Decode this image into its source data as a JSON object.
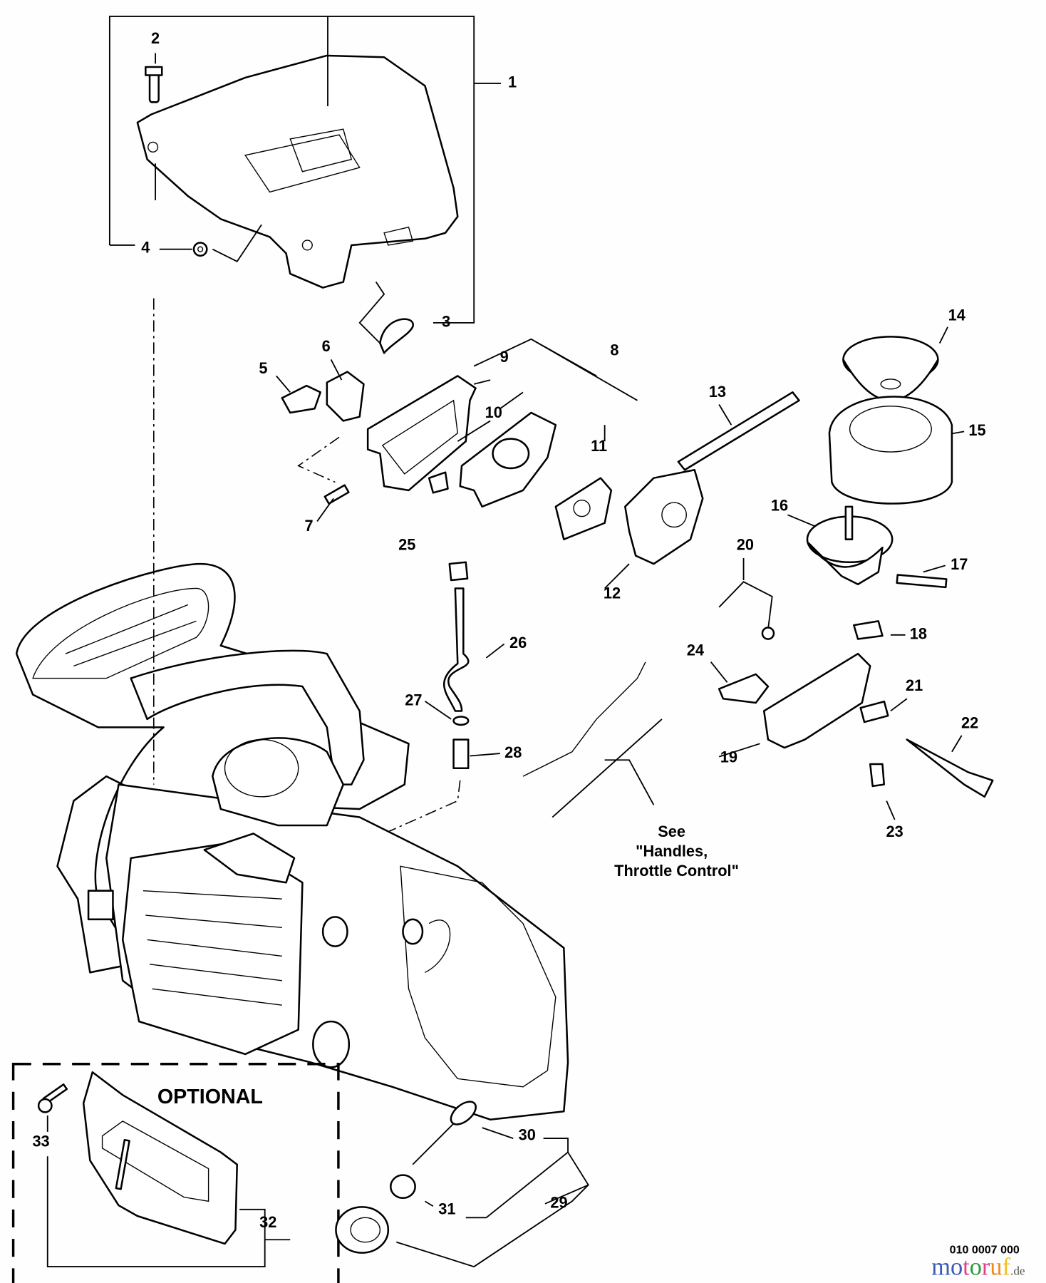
{
  "diagram": {
    "callouts": [
      "1",
      "2",
      "3",
      "4",
      "5",
      "6",
      "7",
      "8",
      "9",
      "10",
      "11",
      "12",
      "13",
      "14",
      "15",
      "16",
      "17",
      "18",
      "19",
      "20",
      "21",
      "22",
      "23",
      "24",
      "25",
      "26",
      "27",
      "28",
      "29",
      "30",
      "31",
      "32",
      "33"
    ],
    "reference_note": [
      "See",
      "\"Handles,",
      "Throttle Control\""
    ],
    "optional_label": "OPTIONAL",
    "drawing_code": "010 0007 000",
    "watermark": {
      "letters": [
        "m",
        "o",
        "t",
        "o",
        "r",
        "u",
        "f"
      ],
      "suffix": ".de",
      "colors": [
        "#3b5bb5",
        "#3b5bb5",
        "#e0408a",
        "#2e9a3e",
        "#e0408a",
        "#f08a1c",
        "#f0c020"
      ]
    }
  }
}
